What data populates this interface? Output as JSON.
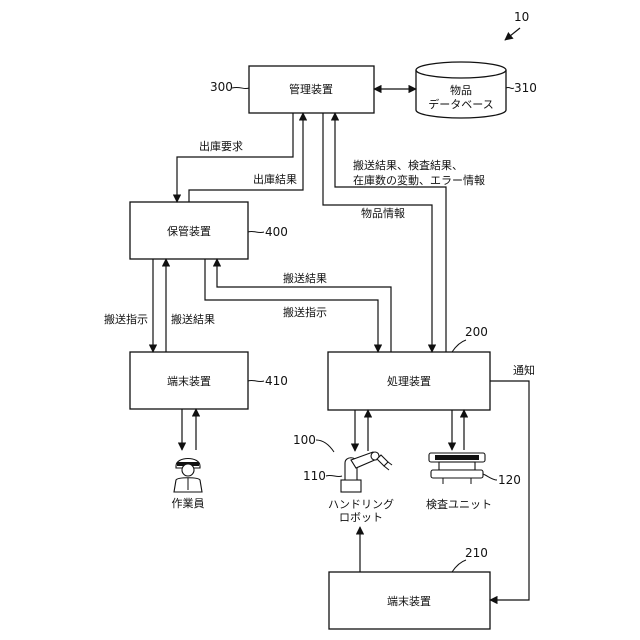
{
  "figure_ref": "10",
  "nodes": {
    "management": {
      "label": "管理装置",
      "ref": "300"
    },
    "database": {
      "label_line1": "物品",
      "label_line2": "データベース",
      "ref": "310"
    },
    "storage": {
      "label": "保管装置",
      "ref": "400"
    },
    "terminal_410": {
      "label": "端末装置",
      "ref": "410"
    },
    "processing": {
      "label": "処理装置",
      "ref": "200"
    },
    "terminal_210": {
      "label": "端末装置",
      "ref": "210"
    },
    "robot": {
      "label_line1": "ハンドリング",
      "label_line2": "ロボット",
      "ref_group": "100",
      "ref": "110"
    },
    "inspection": {
      "label": "検査ユニット",
      "ref": "120"
    },
    "worker": {
      "label": "作業員"
    }
  },
  "edges": {
    "shipping_request": "出庫要求",
    "shipping_result": "出庫結果",
    "results_line1": "搬送結果、検査結果、",
    "results_line2": "在庫数の変動、エラー情報",
    "item_info": "物品情報",
    "transport_result_upper": "搬送結果",
    "transport_instruction_upper": "搬送指示",
    "transport_instruction_left": "搬送指示",
    "transport_result_left": "搬送結果",
    "notification": "通知"
  }
}
